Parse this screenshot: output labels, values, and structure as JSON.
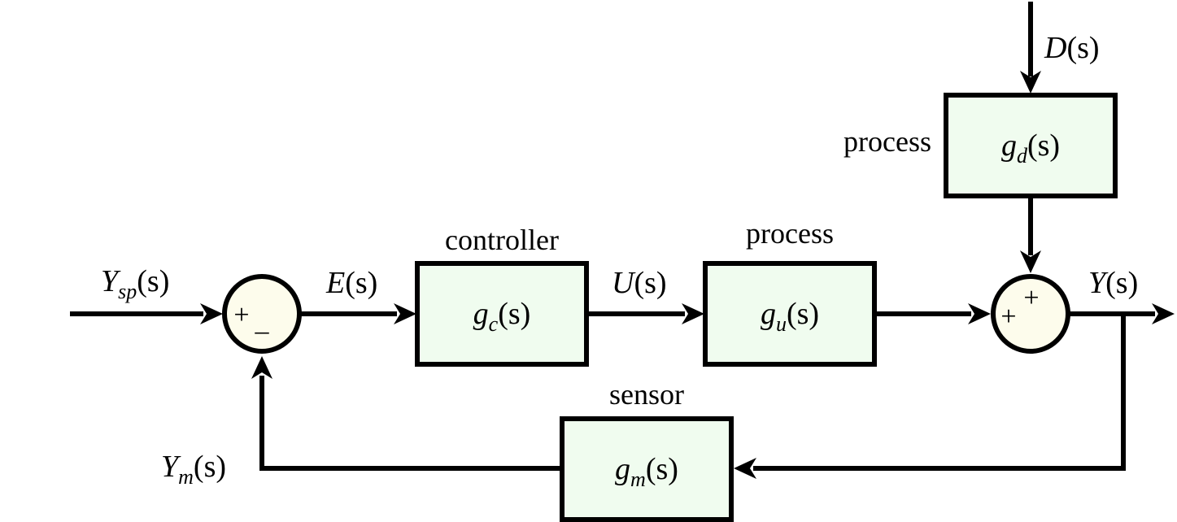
{
  "colors": {
    "block_fill": "#f0fcef",
    "summer_fill": "#fdfcec",
    "line": "#000000"
  },
  "blocks": {
    "controller": {
      "caption": "controller",
      "fn": "g",
      "sub": "c",
      "arg": "(s)"
    },
    "process_u": {
      "caption": "process",
      "fn": "g",
      "sub": "u",
      "arg": "(s)"
    },
    "process_d": {
      "caption": "process",
      "fn": "g",
      "sub": "d",
      "arg": "(s)"
    },
    "sensor": {
      "caption": "sensor",
      "fn": "g",
      "sub": "m",
      "arg": "(s)"
    }
  },
  "summers": {
    "error_summer": {
      "sign_left": "+",
      "sign_bottom": "_"
    },
    "output_summer": {
      "sign_left": "+",
      "sign_top": "+"
    }
  },
  "signals": {
    "setpoint": {
      "base": "Y",
      "sub": "sp",
      "arg": "(s)"
    },
    "error": {
      "base": "E",
      "arg": "(s)"
    },
    "control": {
      "base": "U",
      "arg": "(s)"
    },
    "disturbance": {
      "base": "D",
      "arg": "(s)"
    },
    "output": {
      "base": "Y",
      "arg": "(s)"
    },
    "measured": {
      "base": "Y",
      "sub": "m",
      "arg": "(s)"
    }
  }
}
